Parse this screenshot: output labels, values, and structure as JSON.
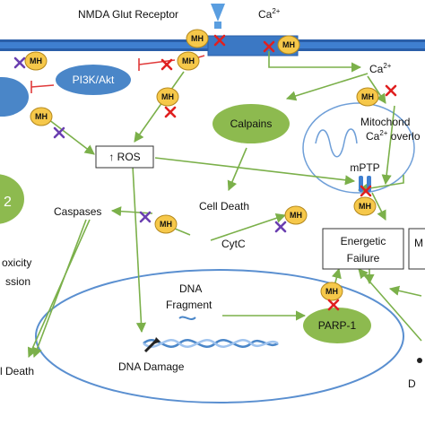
{
  "colors": {
    "membrane": "#3f7fd0",
    "membrane_dark": "#2a5ea8",
    "arrow": "#7bb04a",
    "inhibit": "#e03a3a",
    "node_green": "#8dba4f",
    "node_blue": "#4a86c8",
    "mh_fill": "#f6c84a",
    "mh_stroke": "#b5891d",
    "x_red": "#e02020",
    "x_purple": "#6a3fb0",
    "nucleus_stroke": "#5a8fd0",
    "mito_stroke": "#6f9fd8"
  },
  "icons": {
    "block": "red-x-icon",
    "block_alt": "purple-x-icon",
    "glutamate": "glutamate-arrow-icon",
    "cut": "scissor-cut-icon"
  },
  "labels": {
    "nmda": "NMDA Glut Receptor",
    "ca_top": "Ca",
    "ca_top_sup": "2+",
    "ca_mid": "Ca",
    "ca_mid_sup": "2+",
    "pi3k": "PI3K/Akt",
    "calpains": "Calpains",
    "mito_line1": "Mitochond",
    "mito_line2": "Ca",
    "mito_line2_sup": "2+",
    "mito_line2_rest": " overlo",
    "ros": "↑ ROS",
    "mptp": "mPTP",
    "caspases": "Caspases",
    "cell_death": "Cell Death",
    "cytc": "CytC",
    "left_big": "2",
    "left_t1": "oxicity",
    "left_t2": "ssion",
    "energetic_1": "Energetic",
    "energetic_2": "Failure",
    "right_box": "M",
    "dna_frag_1": "DNA",
    "dna_frag_2": "Fragment",
    "parp": "PARP-1",
    "dna_damage": "DNA Damage",
    "death_left": "l Death",
    "right_bottom": "D",
    "mh": "MH"
  }
}
